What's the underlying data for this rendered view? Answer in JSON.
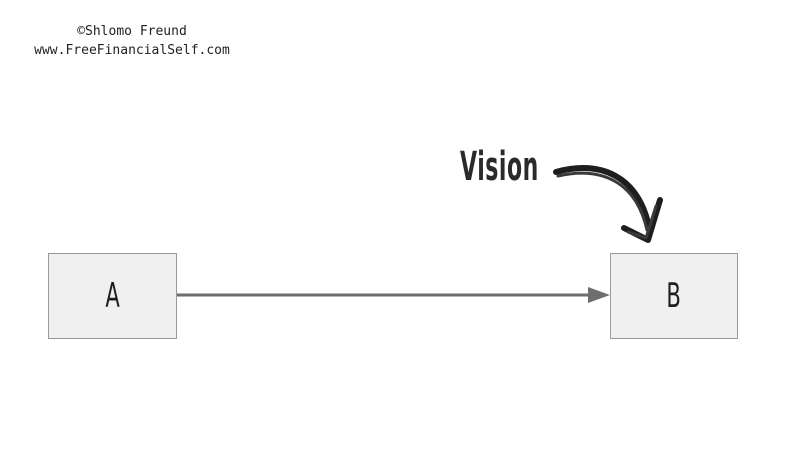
{
  "watermark": {
    "line1": "©Shlomo Freund",
    "line2": "www.FreeFinancialSelf.com"
  },
  "diagram": {
    "start_label": "A",
    "end_label": "B",
    "annotation": "Vision",
    "connector_color": "#6e6e6e",
    "box_fill": "#f0f0f0",
    "box_border": "#9a9a9a",
    "marker_color": "#1e1e1e"
  }
}
